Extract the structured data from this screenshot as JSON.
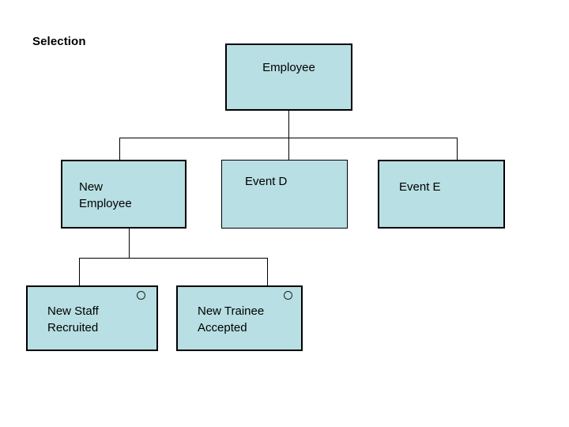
{
  "diagram": {
    "title": "Selection",
    "colors": {
      "node_fill": "#b8dfe3",
      "node_stroke": "#000000",
      "background": "#ffffff",
      "text": "#000000"
    },
    "nodes": {
      "employee": {
        "label": "Employee"
      },
      "new_employee": {
        "label": "New\nEmployee"
      },
      "event_d": {
        "label": "Event D"
      },
      "event_e": {
        "label": "Event E"
      },
      "new_staff_recruited": {
        "label": "New Staff\nRecruited",
        "marker": "circle-marker"
      },
      "new_trainee_accepted": {
        "label": "New Trainee\nAccepted",
        "marker": "circle-marker"
      }
    }
  }
}
